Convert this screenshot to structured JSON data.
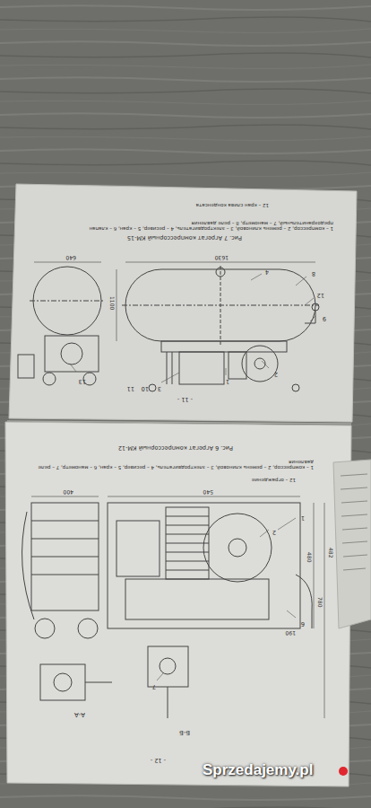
{
  "diagram": {
    "labels": [
      "Рис. 7 Агрегат компрессорный КМ-15",
      "1 – компрессор, 2 – ремень клиновой, 3 – электродвигатель, 4 – ресивер, 5 – кран, 6 – клапан предохранительный, 7 – манометр, 8 – реле давления",
      "12 – кран слива конденсата",
      "- 11 -",
      "1630",
      "640",
      "1100",
      "12",
      "9",
      "8",
      "13",
      "1",
      "3",
      "10",
      "11",
      "2",
      "4",
      "Рис. 6 Агрегат компрессорный КМ-12",
      "1 – компрессор, 2 – ремень клиновой, 3 – электродвигатель, 4 – ресивер, 5 – кран, 6 – манометр, 7 – реле давления",
      "12 – ограждение",
      "- 12 -",
      "540",
      "400",
      "480",
      "780",
      "190",
      "482",
      "1",
      "2",
      "6",
      "7",
      "А-А",
      "Б-Б",
      "Sprzedajemy.pl"
    ]
  }
}
